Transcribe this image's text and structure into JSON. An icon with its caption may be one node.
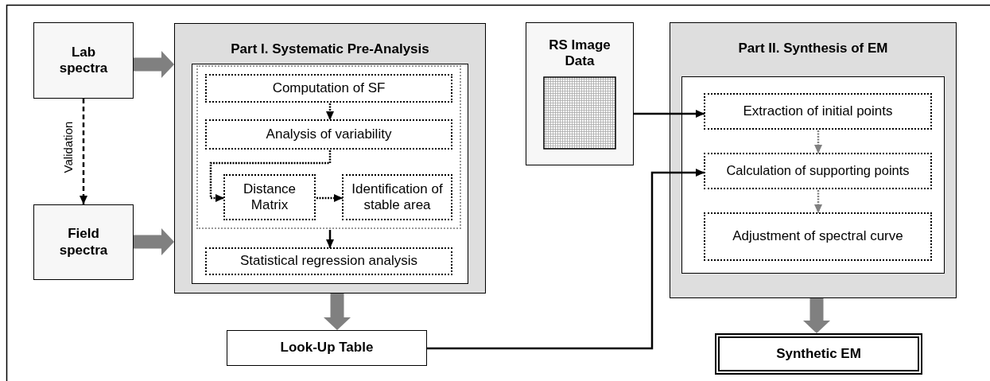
{
  "diagram": {
    "nodes": [
      {
        "text": [
          "Lab spectra"
        ]
      },
      {
        "text": [
          "Field spectra"
        ]
      },
      {
        "text": [
          "Part I. Systematic Pre-Analysis"
        ]
      },
      {
        "text": [],
        "shape": "box",
        "in": 2
      },
      {
        "text": [],
        "shape": "box",
        "in": 3
      },
      {
        "text": [
          "Computation of SF"
        ],
        "in": 4
      },
      {
        "text": [
          "Analysis of variability"
        ],
        "in": 4
      },
      {
        "text": [
          "Distance Matrix"
        ],
        "in": 4
      },
      {
        "text": [
          "Identification of stable area"
        ],
        "in": 4
      },
      {
        "text": [
          "Statistical regression analysis"
        ],
        "in": 3
      },
      {
        "text": [
          "Look-Up Table"
        ]
      },
      {
        "text": [
          "RS Image Data"
        ]
      },
      {
        "text": [
          "Part II. Synthesis of EM"
        ]
      },
      {
        "text": [],
        "shape": "box",
        "in": 12
      },
      {
        "text": [
          "Extraction of initial points"
        ],
        "in": 13
      },
      {
        "text": [
          "Calculation of supporting points"
        ],
        "in": 13
      },
      {
        "text": [
          "Adjustment of spectral curve"
        ],
        "in": 13
      },
      {
        "text": [
          "Synthetic EM"
        ]
      }
    ],
    "edges": [
      {
        "from": 0,
        "to": 2,
        "arrow": "to",
        "style": "thick",
        "color": "#808080"
      },
      {
        "from": 1,
        "to": 2,
        "arrow": "to",
        "style": "thick",
        "color": "#808080"
      },
      {
        "from": 0,
        "to": 1,
        "arrow": "to",
        "style": "dashed",
        "label": "Validation"
      },
      {
        "from": 5,
        "to": 6,
        "arrow": "to",
        "style": "dashed"
      },
      {
        "from": 6,
        "to": 7,
        "arrow": "to",
        "style": "dashed"
      },
      {
        "from": 7,
        "to": 8,
        "arrow": "to",
        "style": "dashed"
      },
      {
        "from": 4,
        "to": 9,
        "arrow": "to"
      },
      {
        "from": 2,
        "to": 10,
        "arrow": "to",
        "style": "thick",
        "color": "#808080"
      },
      {
        "from": 11,
        "to": 14,
        "arrow": "to"
      },
      {
        "from": 10,
        "to": 15,
        "arrow": "to"
      },
      {
        "from": 14,
        "to": 15,
        "arrow": "to",
        "style": "dashed",
        "color": "#808080"
      },
      {
        "from": 15,
        "to": 16,
        "arrow": "to",
        "style": "dashed",
        "color": "#808080"
      },
      {
        "from": 12,
        "to": 17,
        "arrow": "to",
        "style": "thick",
        "color": "#808080"
      }
    ]
  }
}
